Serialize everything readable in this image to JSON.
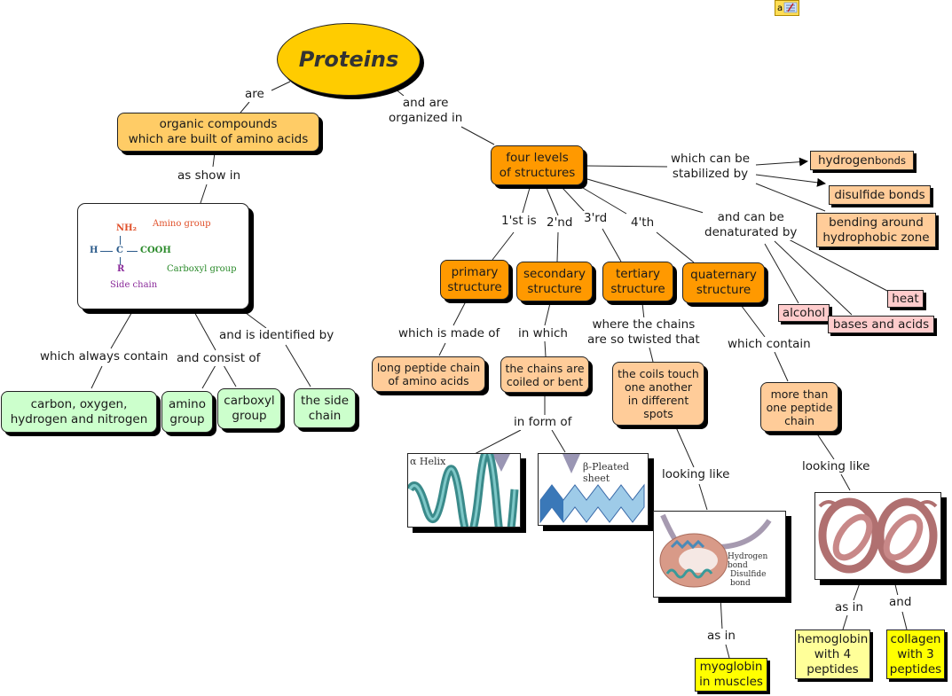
{
  "root": "Proteins",
  "note_icon": "annotation-note-icon",
  "nodes": {
    "organic": "organic compounds\nwhich are built of amino acids",
    "four_levels": "four levels\nof structures",
    "hydrogen_bonds_a": "hydrogen ",
    "hydrogen_bonds_b": "bonds",
    "disulfide": "disulfide bonds",
    "bending": "bending around\nhydrophobic zone",
    "heat": "heat",
    "alcohol": "alcohol",
    "bases_acids": "bases and acids",
    "primary": "primary\nstructure",
    "secondary": "secondary\nstructure",
    "tertiary": "tertiary\nstructure",
    "quaternary": "quaternary\nstructure",
    "long_chain": "long peptide chain\nof amino acids",
    "coiled": "the chains are\ncoiled or bent",
    "coils_touch": "the coils touch\none another\nin different\nspots",
    "more_than_one": "more than\none peptide\nchain",
    "cohn": "carbon, oxygen,\nhydrogen and nitrogen",
    "amino_group": "amino\ngroup",
    "carboxyl_group": "carboxyl\ngroup",
    "side_chain": "the side\nchain",
    "myoglobin": "myoglobin\nin muscles",
    "hemoglobin": "hemoglobin\nwith 4\npeptides",
    "collagen": "collagen\nwith 3\npeptides"
  },
  "links": {
    "are": "are",
    "organized": "and are\norganized in",
    "as_show_in": "as show in",
    "stabilized": "which can be\nstabilized by",
    "denaturated": "and can be\ndenaturated by",
    "first": "1'st is",
    "second": "2'nd",
    "third": "3'rd",
    "fourth": "4'th",
    "made_of": "which is made of",
    "in_which": "in which",
    "twisted": "where the chains\nare so twisted that",
    "contain": "which contain",
    "in_form_of": "in form of",
    "looking_like_1": "looking like",
    "looking_like_2": "looking like",
    "as_in_1": "as in",
    "as_in_2": "as in",
    "and": "and",
    "always_contain": "which always contain",
    "consist_of": "and consist of",
    "identified_by": "and is identified by"
  },
  "images": {
    "amino_acid": {
      "nh2": "NH₂",
      "h": "H",
      "c": "C",
      "cooh": "COOH",
      "r": "R",
      "amino_label": "Amino group",
      "carboxyl_label": "Carboxyl group",
      "side_label": "Side chain"
    },
    "alpha_helix": "α Helix",
    "beta_sheet": "β-Pleated sheet",
    "tertiary_img": {
      "hbond": "Hydrogen bond",
      "disulfide": "Disulfide bond"
    },
    "quaternary_img": "quaternary-protein-illustration"
  },
  "colors": {
    "root": "#ffcc00",
    "light": "#ffcc66",
    "orange": "#ff9900",
    "peach": "#ffcc99",
    "green": "#ccffcc",
    "pink": "#ffcccc",
    "yellow": "#ffff00",
    "light_yellow": "#ffff99"
  }
}
